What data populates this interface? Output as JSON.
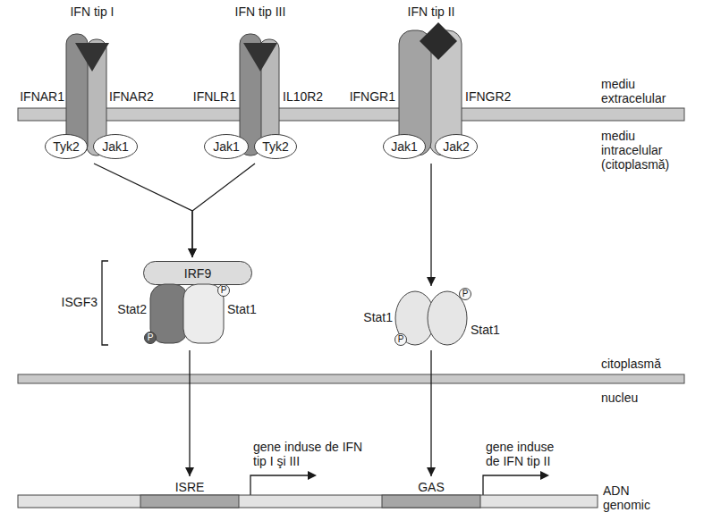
{
  "diagram": {
    "nodes": [
      {
        "text": [
          "IFN tip I",
          "IFNAR1",
          "IFNAR2"
        ]
      },
      {
        "text": [
          "Tyk2"
        ],
        "in": 0
      },
      {
        "text": [
          "Jak1"
        ],
        "in": 0
      },
      {
        "text": [
          "IFN tip III",
          "IFNLR1",
          "IL10R2"
        ]
      },
      {
        "text": [
          "Jak1"
        ],
        "in": 3
      },
      {
        "text": [
          "Tyk2"
        ],
        "in": 3
      },
      {
        "text": [
          "IFN tip II",
          "IFNGR1",
          "IFNGR2"
        ]
      },
      {
        "text": [
          "Jak1"
        ],
        "in": 6
      },
      {
        "text": [
          "Jak2"
        ],
        "in": 6
      },
      {
        "text": [
          "ISGF3"
        ]
      },
      {
        "text": [
          "IRF9"
        ],
        "in": 9
      },
      {
        "text": [
          "Stat2"
        ],
        "in": 9
      },
      {
        "text": [
          "P"
        ],
        "in": 11
      },
      {
        "text": [
          "Stat1"
        ],
        "in": 9
      },
      {
        "text": [
          "P"
        ],
        "in": 13
      },
      {
        "text": [
          "Stat1",
          "Stat1"
        ]
      },
      {
        "text": [
          "P"
        ],
        "in": 15
      },
      {
        "text": [
          "P"
        ],
        "in": 15
      },
      {
        "text": [
          "ADN genomic"
        ]
      },
      {
        "text": [
          "ISRE"
        ],
        "in": 18
      },
      {
        "text": [
          "GAS"
        ],
        "in": 18
      }
    ],
    "edges": [
      {
        "from": 0,
        "to": 9,
        "arrow": "to"
      },
      {
        "from": 3,
        "to": 9,
        "arrow": "to"
      },
      {
        "from": 6,
        "to": 15,
        "arrow": "to"
      },
      {
        "from": 9,
        "to": 19,
        "arrow": "to"
      },
      {
        "from": 15,
        "to": 20,
        "arrow": "to"
      }
    ],
    "labels": [
      "mediu extracelular",
      "mediu intracelular (citoplasmă)",
      "citoplasmă",
      "nucleu",
      "gene induse de IFN tip I şi III",
      "gene induse de IFN tip II"
    ]
  }
}
